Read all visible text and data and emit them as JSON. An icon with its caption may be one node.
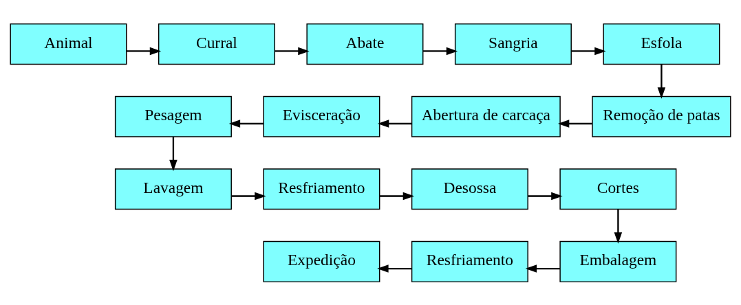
{
  "diagram": {
    "nodes": [
      {
        "text": [
          "Animal"
        ]
      },
      {
        "text": [
          "Curral"
        ]
      },
      {
        "text": [
          "Abate"
        ]
      },
      {
        "text": [
          "Sangria"
        ]
      },
      {
        "text": [
          "Esfola"
        ]
      },
      {
        "text": [
          "Pesagem"
        ]
      },
      {
        "text": [
          "Evisceração"
        ]
      },
      {
        "text": [
          "Abertura de carcaça"
        ]
      },
      {
        "text": [
          "Remoção de patas"
        ]
      },
      {
        "text": [
          "Lavagem"
        ]
      },
      {
        "text": [
          "Resfriamento"
        ]
      },
      {
        "text": [
          "Desossa"
        ]
      },
      {
        "text": [
          "Cortes"
        ]
      },
      {
        "text": [
          "Expedição"
        ]
      },
      {
        "text": [
          "Resfriamento"
        ]
      },
      {
        "text": [
          "Embalagem"
        ]
      }
    ],
    "edges": [
      {
        "from": 0,
        "to": 1,
        "arrow": "to"
      },
      {
        "from": 1,
        "to": 2,
        "arrow": "to"
      },
      {
        "from": 2,
        "to": 3,
        "arrow": "to"
      },
      {
        "from": 3,
        "to": 4,
        "arrow": "to"
      },
      {
        "from": 4,
        "to": 8,
        "arrow": "to"
      },
      {
        "from": 8,
        "to": 7,
        "arrow": "to"
      },
      {
        "from": 7,
        "to": 6,
        "arrow": "to"
      },
      {
        "from": 6,
        "to": 5,
        "arrow": "to"
      },
      {
        "from": 5,
        "to": 9,
        "arrow": "to"
      },
      {
        "from": 9,
        "to": 10,
        "arrow": "to"
      },
      {
        "from": 10,
        "to": 11,
        "arrow": "to"
      },
      {
        "from": 11,
        "to": 12,
        "arrow": "to"
      },
      {
        "from": 12,
        "to": 15,
        "arrow": "to"
      },
      {
        "from": 15,
        "to": 14,
        "arrow": "to"
      },
      {
        "from": 14,
        "to": 13,
        "arrow": "to"
      }
    ]
  }
}
